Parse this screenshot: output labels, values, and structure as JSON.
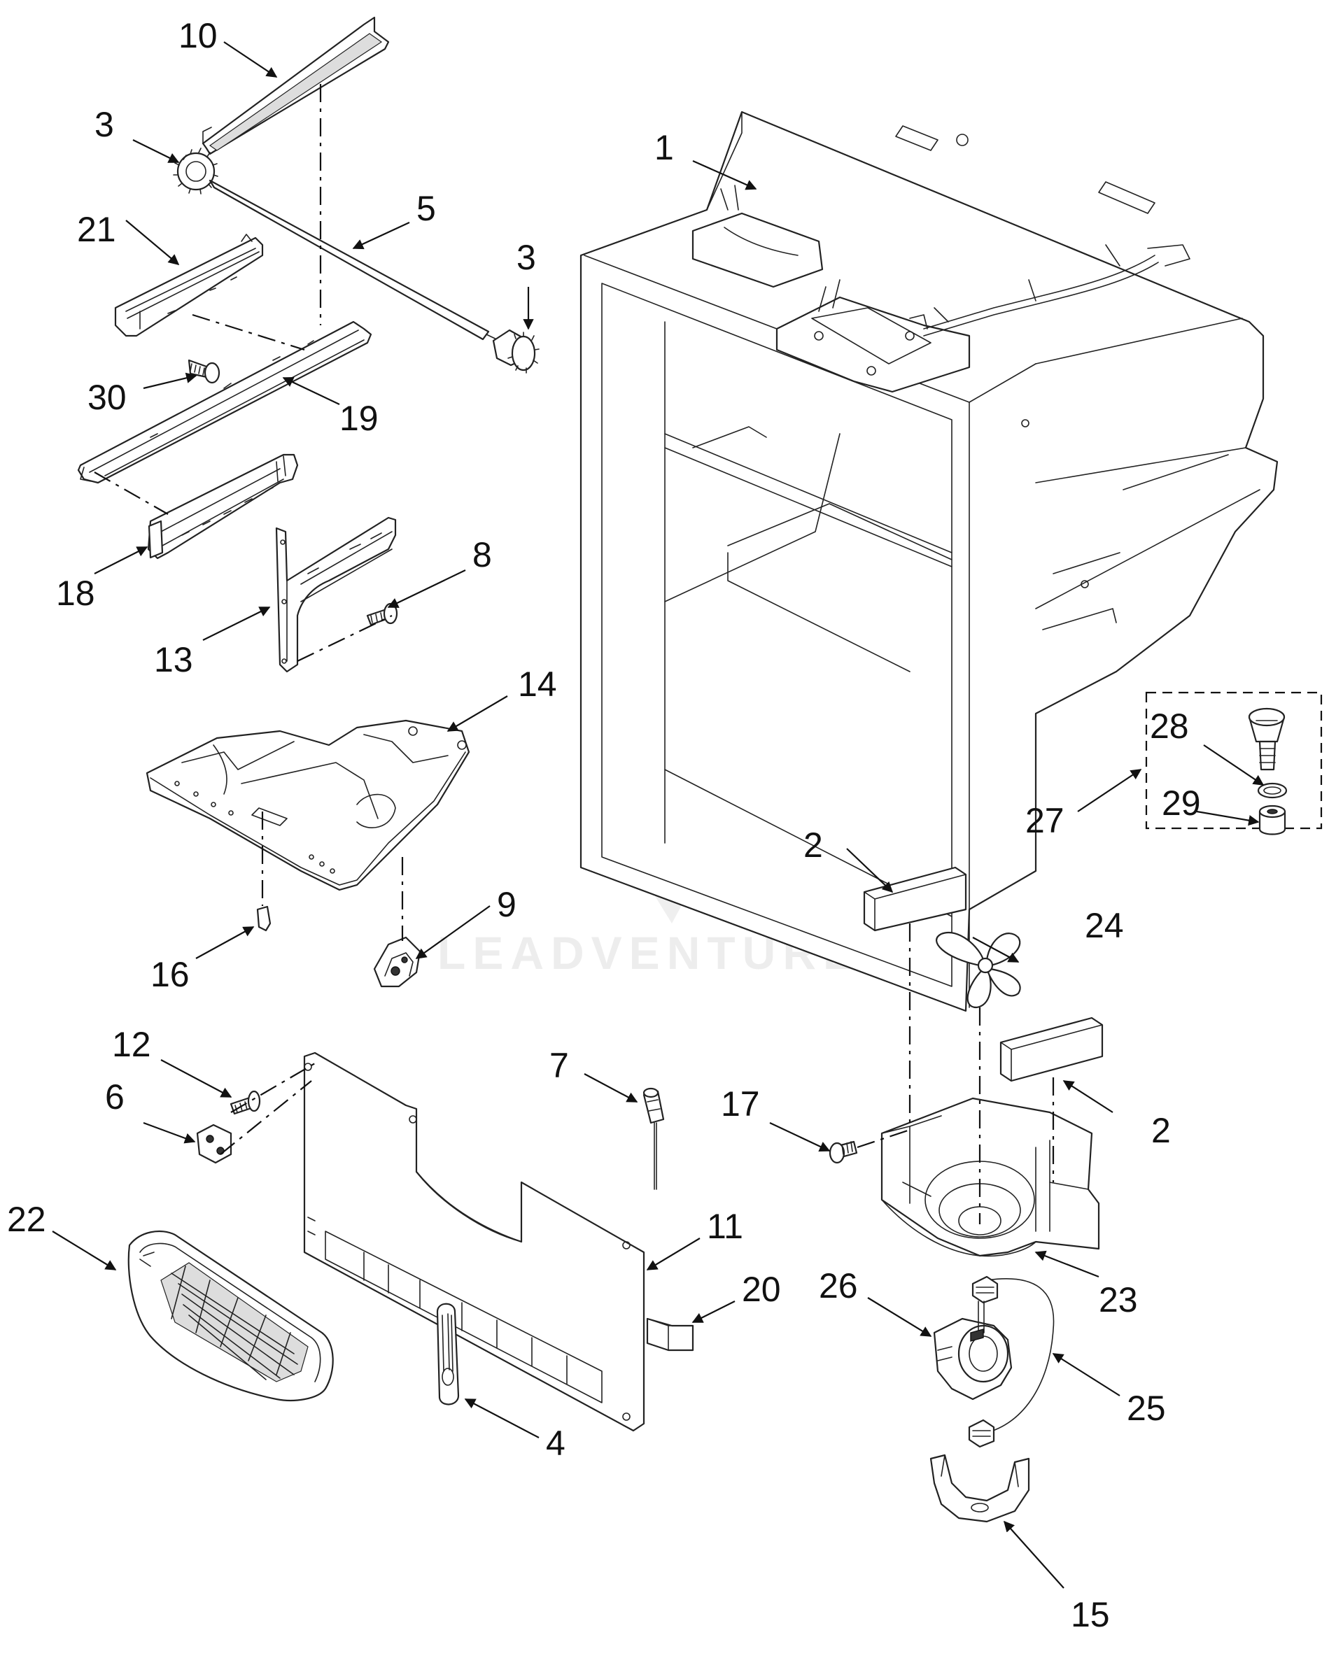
{
  "watermark": {
    "text": "LEADVENTURE"
  },
  "callouts": [
    {
      "id": "1",
      "label": "1"
    },
    {
      "id": "2a",
      "label": "2"
    },
    {
      "id": "2b",
      "label": "2"
    },
    {
      "id": "3a",
      "label": "3"
    },
    {
      "id": "3b",
      "label": "3"
    },
    {
      "id": "4",
      "label": "4"
    },
    {
      "id": "5",
      "label": "5"
    },
    {
      "id": "6",
      "label": "6"
    },
    {
      "id": "7",
      "label": "7"
    },
    {
      "id": "8",
      "label": "8"
    },
    {
      "id": "9",
      "label": "9"
    },
    {
      "id": "10",
      "label": "10"
    },
    {
      "id": "11",
      "label": "11"
    },
    {
      "id": "12",
      "label": "12"
    },
    {
      "id": "13",
      "label": "13"
    },
    {
      "id": "14",
      "label": "14"
    },
    {
      "id": "15",
      "label": "15"
    },
    {
      "id": "16",
      "label": "16"
    },
    {
      "id": "17",
      "label": "17"
    },
    {
      "id": "18",
      "label": "18"
    },
    {
      "id": "19",
      "label": "19"
    },
    {
      "id": "20",
      "label": "20"
    },
    {
      "id": "21",
      "label": "21"
    },
    {
      "id": "22",
      "label": "22"
    },
    {
      "id": "23",
      "label": "23"
    },
    {
      "id": "24",
      "label": "24"
    },
    {
      "id": "25",
      "label": "25"
    },
    {
      "id": "26",
      "label": "26"
    },
    {
      "id": "27",
      "label": "27"
    },
    {
      "id": "28",
      "label": "28"
    },
    {
      "id": "29",
      "label": "29"
    },
    {
      "id": "30",
      "label": "30"
    }
  ]
}
